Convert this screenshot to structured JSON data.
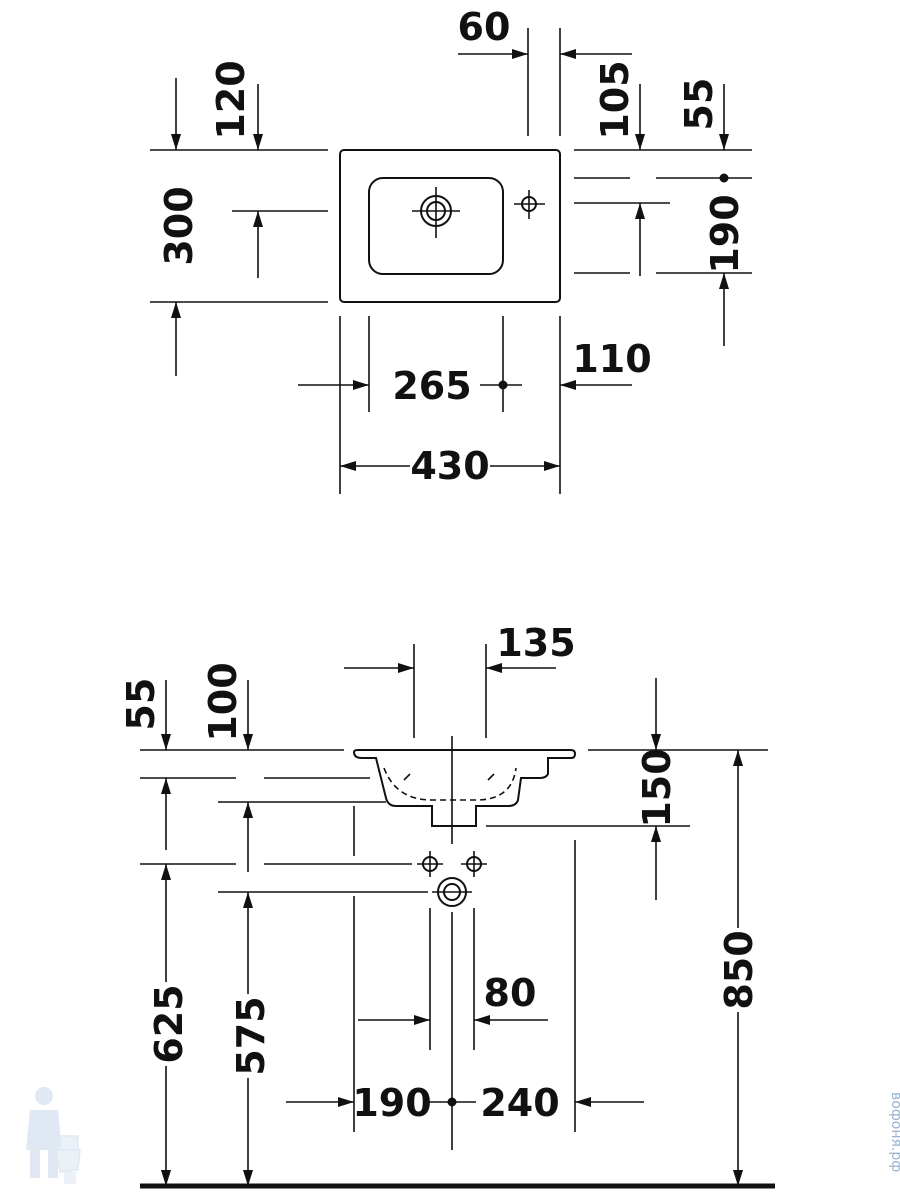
{
  "top_view": {
    "d60": "60",
    "d120": "120",
    "d105": "105",
    "d55": "55",
    "d300": "300",
    "d190": "190",
    "d265": "265",
    "d110": "110",
    "d430": "430"
  },
  "side_view": {
    "d135": "135",
    "d55": "55",
    "d100": "100",
    "d150": "150",
    "d850": "850",
    "d80": "80",
    "d625": "625",
    "d575": "575",
    "d190": "190",
    "d240": "240"
  },
  "watermark": {
    "text": "вофоня.рф"
  }
}
